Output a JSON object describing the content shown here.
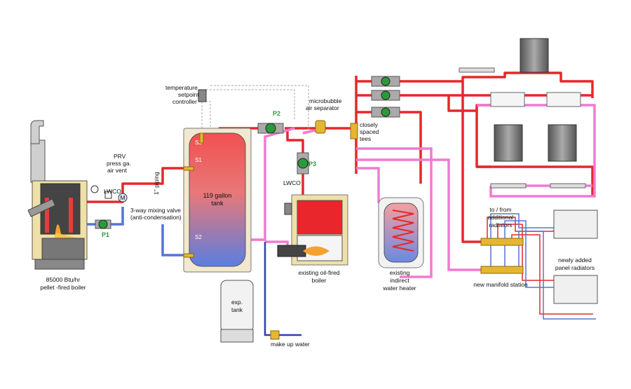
{
  "labels": {
    "boiler": [
      "85000 Btu/hr",
      "pellet -fired boiler"
    ],
    "prv": [
      "PRV",
      "press ga.",
      "air vent"
    ],
    "lwco": "LWCO",
    "motor": "M",
    "mixing_valve": [
      "3-way mixing valve",
      "(anti-condensation)"
    ],
    "piping": "1\" piping",
    "controller": [
      "temperature",
      "setpoint",
      "controller"
    ],
    "tank": [
      "119 gallon",
      "tank"
    ],
    "sensors": [
      "S3",
      "S1",
      "S2"
    ],
    "pumps": [
      "P1",
      "P2",
      "P3"
    ],
    "air_separator": [
      "microbubble",
      "air separator"
    ],
    "closely_spaced": [
      "closely",
      "spaced",
      "tees"
    ],
    "exp_tank": [
      "exp.",
      "tank"
    ],
    "makeup": "make up water",
    "oil_boiler": [
      "existing oil-fired",
      "boiler"
    ],
    "indirect": [
      "existing",
      "indirect",
      "water heater"
    ],
    "to_from": [
      "to / from",
      "additional",
      "radiators"
    ],
    "manifold": "new manifold station",
    "panel": [
      "newly added",
      "panel radiators"
    ]
  },
  "colors": {
    "supply": "#e8262b",
    "return_blue": "#5575d4",
    "low_temp": "#f27ad0",
    "cold_water": "#2d3fb5",
    "pump_green": "#2a9a3a",
    "brass": "#e5b62f"
  }
}
